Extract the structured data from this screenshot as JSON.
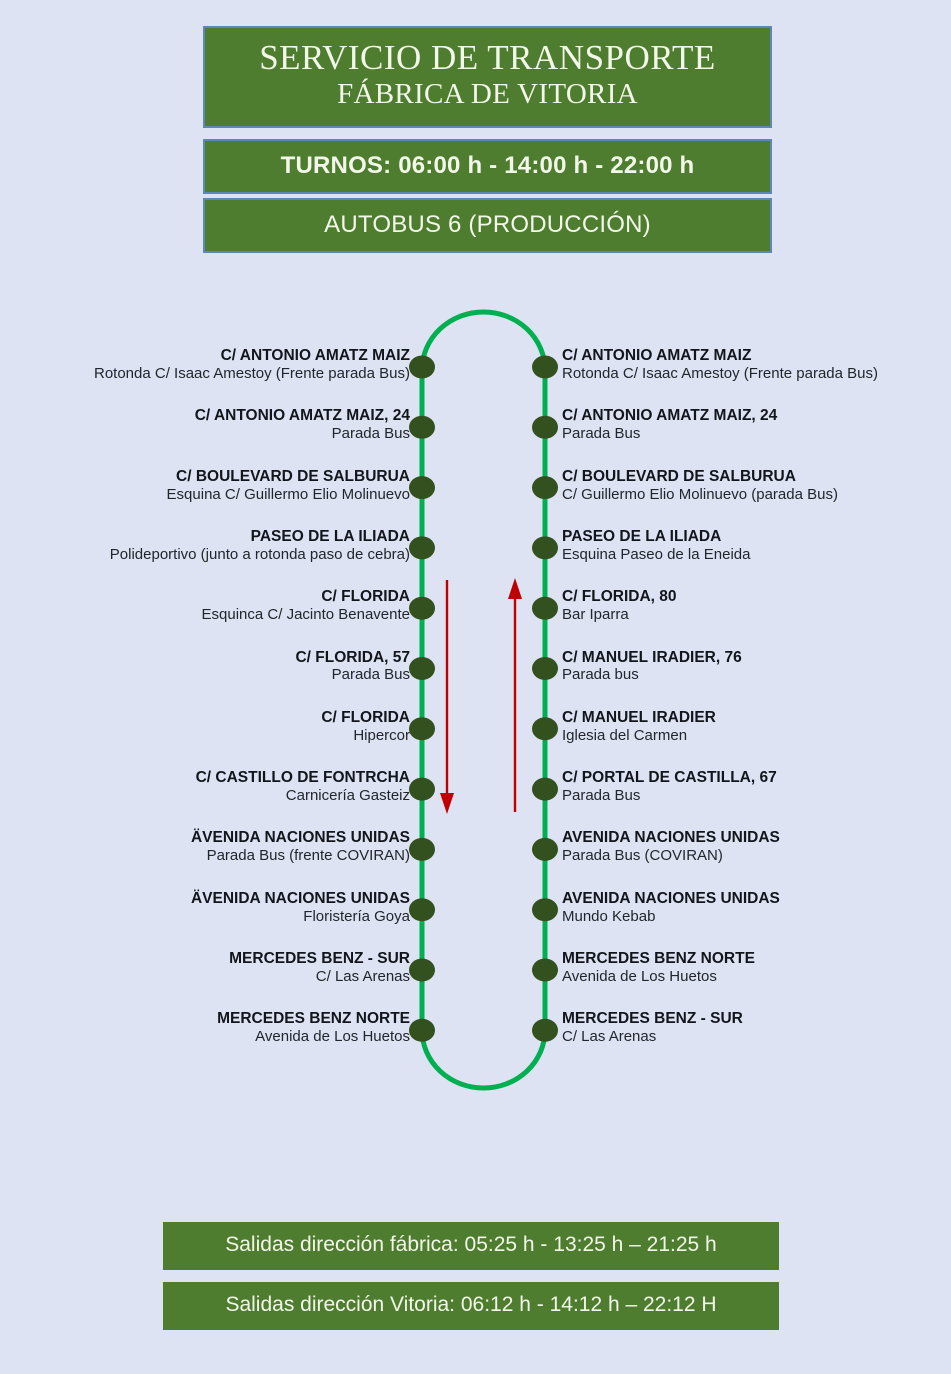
{
  "header": {
    "title_line1": "SERVICIO DE TRANSPORTE",
    "title_line2": "FÁBRICA DE VITORIA",
    "turnos": "TURNOS:  06:00 h - 14:00 h -  22:00 h",
    "autobus": "AUTOBUS 6 (PRODUCCIÓN)"
  },
  "colors": {
    "background": "#dde3f2",
    "banner_green": "#4f7d30",
    "banner_border": "#5b87bb",
    "route_line": "#00b050",
    "stop_dot": "#33501f",
    "arrow_red": "#c00000",
    "banner_text": "#f2f7e9"
  },
  "route": {
    "direction_left": "down",
    "direction_right": "up",
    "outbound": {
      "stops": [
        {
          "name": "C/ ANTONIO AMATZ MAIZ",
          "detail": "Rotonda C/ Isaac Amestoy (Frente parada Bus)"
        },
        {
          "name": "C/ ANTONIO AMATZ MAIZ, 24",
          "detail": "Parada Bus"
        },
        {
          "name": "C/ BOULEVARD DE SALBURUA",
          "detail": "Esquina C/ Guillermo Elio Molinuevo"
        },
        {
          "name": "PASEO DE LA ILIADA",
          "detail": "Polideportivo (junto a rotonda paso de cebra)"
        },
        {
          "name": "C/ FLORIDA",
          "detail": "Esquinca C/ Jacinto Benavente"
        },
        {
          "name": "C/ FLORIDA, 57",
          "detail": "Parada Bus"
        },
        {
          "name": "C/ FLORIDA",
          "detail": "Hipercor"
        },
        {
          "name": "C/ CASTILLO DE FONTRCHA",
          "detail": "Carnicería Gasteiz"
        },
        {
          "name": "ÄVENIDA NACIONES UNIDAS",
          "detail": "Parada Bus (frente COVIRAN)"
        },
        {
          "name": "ÄVENIDA NACIONES UNIDAS",
          "detail": "Floristería Goya"
        },
        {
          "name": "MERCEDES BENZ - SUR",
          "detail": "C/ Las Arenas"
        },
        {
          "name": "MERCEDES BENZ NORTE",
          "detail": "Avenida de Los Huetos"
        }
      ]
    },
    "inbound": {
      "stops": [
        {
          "name": "C/ ANTONIO AMATZ MAIZ",
          "detail": "Rotonda C/ Isaac Amestoy (Frente parada Bus)"
        },
        {
          "name": "C/ ANTONIO AMATZ MAIZ, 24",
          "detail": "Parada Bus"
        },
        {
          "name": "C/ BOULEVARD DE SALBURUA",
          "detail": "C/ Guillermo Elio Molinuevo (parada Bus)"
        },
        {
          "name": "PASEO DE LA ILIADA",
          "detail": "Esquina Paseo de la Eneida"
        },
        {
          "name": "C/ FLORIDA, 80",
          "detail": "Bar Iparra"
        },
        {
          "name": "C/ MANUEL IRADIER, 76",
          "detail": "Parada bus"
        },
        {
          "name": "C/ MANUEL IRADIER",
          "detail": "Iglesia del Carmen"
        },
        {
          "name": "C/ PORTAL DE CASTILLA, 67",
          "detail": "Parada Bus"
        },
        {
          "name": "AVENIDA NACIONES UNIDAS",
          "detail": "Parada Bus (COVIRAN)"
        },
        {
          "name": "AVENIDA NACIONES UNIDAS",
          "detail": "Mundo Kebab"
        },
        {
          "name": "MERCEDES BENZ NORTE",
          "detail": "Avenida de Los Huetos"
        },
        {
          "name": "MERCEDES BENZ - SUR",
          "detail": "C/ Las Arenas"
        }
      ]
    }
  },
  "footer": {
    "bars": [
      "Salidas dirección fábrica: 05:25 h  - 13:25 h – 21:25 h",
      "Salidas dirección Vitoria: 06:12 h  - 14:12 h – 22:12 H"
    ]
  }
}
